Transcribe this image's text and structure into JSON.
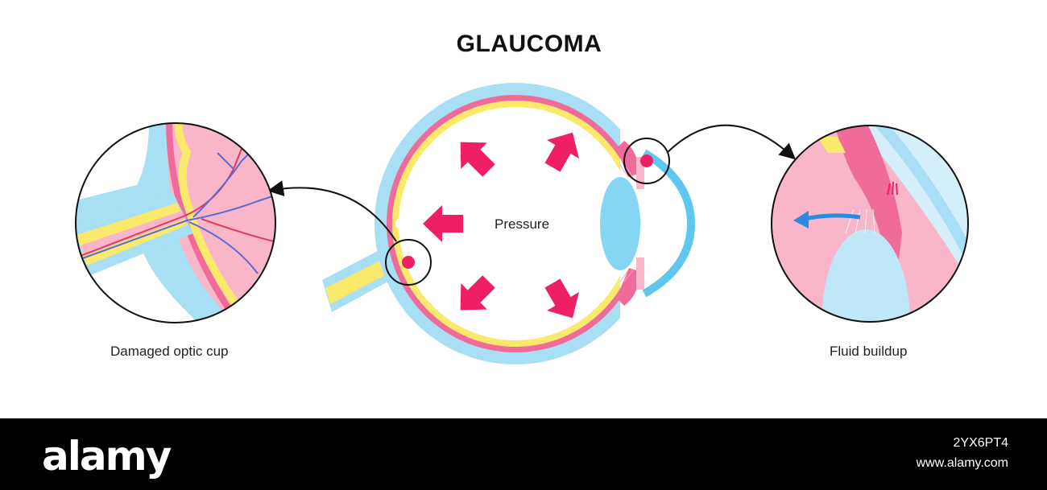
{
  "title": "GLAUCOMA",
  "labels": {
    "center": "Pressure",
    "left": "Damaged optic cup",
    "right": "Fluid buildup"
  },
  "footer": {
    "brand": "alamy",
    "image_id": "2YX6PT4",
    "url": "www.alamy.com"
  },
  "colors": {
    "sclera": "#a8dff5",
    "retina": "#f06b9a",
    "choroid": "#fbe96b",
    "arrow": "#ee1f63",
    "tissue": "#f8b6c8",
    "lens": "#86d6f3",
    "flow_arrow": "#2b8be0"
  }
}
